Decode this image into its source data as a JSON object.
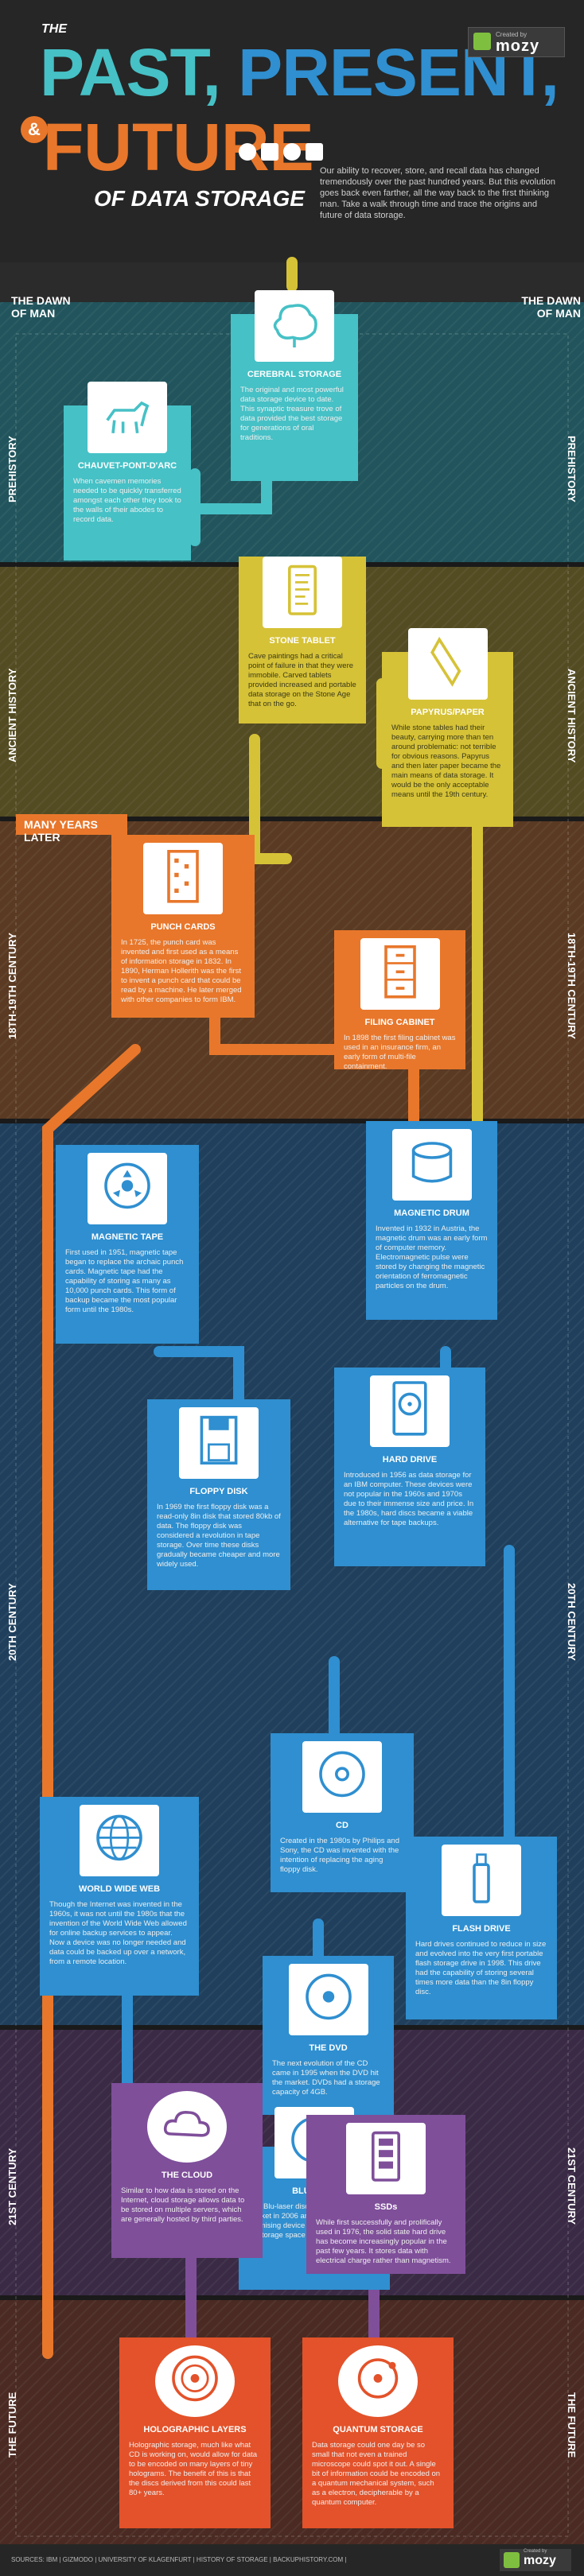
{
  "header": {
    "the": "THE",
    "past": "PAST,",
    "present": "PRESENT,",
    "amp": "&",
    "future": "FUTURE",
    "subtitle": "OF DATA STORAGE",
    "intro": "Our ability to recover, store, and recall data has changed tremendously over the past hundred years. But this evolution goes back even farther, all the way back to the first thinking man. Take a walk through time and trace the origins and future of data storage.",
    "logo_small": "Created by",
    "logo_name": "mozy"
  },
  "dawn": {
    "left": "THE DAWN OF MAN",
    "right": "THE DAWN OF MAN"
  },
  "eras": {
    "prehistory": "PREHISTORY",
    "ancient": "ANCIENT HISTORY",
    "c18": "18TH-19TH CENTURY",
    "c20": "20TH CENTURY",
    "c21": "21ST CENTURY",
    "future": "THE FUTURE"
  },
  "banner": "MANY YEARS LATER",
  "cards": {
    "cerebral": {
      "title": "CEREBRAL STORAGE",
      "desc": "The original and most powerful data storage device to date. This synaptic treasure trove of data provided the best storage for generations of oral traditions."
    },
    "chauvet": {
      "title": "CHAUVET-PONT-D'ARC",
      "desc": "When cavemen memories needed to be quickly transferred amongst each other they took to the walls of their abodes to record data."
    },
    "tablet": {
      "title": "STONE TABLET",
      "desc": "Cave paintings had a critical point of failure in that they were immobile. Carved tablets provided increased and portable data storage on the Stone Age that on the go."
    },
    "papyrus": {
      "title": "PAPYRUS/PAPER",
      "desc": "While stone tables had their beauty, carrying more than ten around problematic: not terrible for obvious reasons. Papyrus and then later paper became the main means of data storage. It would be the only acceptable means until the 19th century."
    },
    "punch": {
      "title": "PUNCH CARDS",
      "desc": "In 1725, the punch card was invented and first used as a means of information storage in 1832. In 1890, Herman Hollerith was the first to invent a punch card that could be read by a machine. He later merged with other companies to form IBM."
    },
    "filing": {
      "title": "FILING CABINET",
      "desc": "In 1898 the first filing cabinet was used in an insurance firm, an early form of multi-file containment."
    },
    "tape": {
      "title": "MAGNETIC TAPE",
      "desc": "First used in 1951, magnetic tape began to replace the archaic punch cards. Magnetic tape had the capability of storing as many as 10,000 punch cards. This form of backup became the most popular form until the 1980s."
    },
    "drum": {
      "title": "MAGNETIC DRUM",
      "desc": "Invented in 1932 in Austria, the magnetic drum was an early form of computer memory. Electromagnetic pulse were stored by changing the magnetic orientation of ferromagnetic particles on the drum."
    },
    "hdd": {
      "title": "HARD DRIVE",
      "desc": "Introduced in 1956 as data storage for an IBM computer. These devices were not popular in the 1960s and 1970s due to their immense size and price. In the 1980s, hard discs became a viable alternative for tape backups."
    },
    "floppy": {
      "title": "FLOPPY DISK",
      "desc": "In 1969 the first floppy disk was a read-only 8in disk that stored 80kb of data. The floppy disk was considered a revolution in tape storage. Over time these disks gradually became cheaper and more widely used."
    },
    "cd": {
      "title": "CD",
      "desc": "Created in the 1980s by Philips and Sony, the CD was invented with the intention of replacing the aging floppy disk."
    },
    "dvd": {
      "title": "THE DVD",
      "desc": "The next evolution of the CD came in 1995 when the DVD hit the market. DVDs had a storage capacity of 4GB."
    },
    "www": {
      "title": "WORLD WIDE WEB",
      "desc": "Though the Internet was invented in the 1960s, it was not until the 1980s that the invention of the World Wide Web allowed for online backup services to appear. Now a device was no longer needed and data could be backed up over a network, from a remote location."
    },
    "flash": {
      "title": "FLASH DRIVE",
      "desc": "Hard drives continued to reduce in size and evolved into the very first portable flash storage drive in 1998. This drive had the capability of storing several times more data than the 8in floppy disc."
    },
    "bluray": {
      "title": "BLUE-RAY",
      "desc": "The Blu-laser disc first appeared on the market in 2006 and became a promising device for data storage with its storage space of 400 gigabytes."
    },
    "cloud": {
      "title": "THE CLOUD",
      "desc": "Similar to how data is stored on the Internet, cloud storage allows data to be stored on multiple servers, which are generally hosted by third parties."
    },
    "ssd": {
      "title": "SSDs",
      "desc": "While first successfully and prolifically used in 1976, the solid state hard drive has become increasingly popular in the past few years. It stores data with electrical charge rather than magnetism."
    },
    "holo": {
      "title": "HOLOGRAPHIC LAYERS",
      "desc": "Holographic storage, much like what CD is working on, would allow for data to be encoded on many layers of tiny holograms. The benefit of this is that the discs derived from this could last 80+ years."
    },
    "quantum": {
      "title": "QUANTUM STORAGE",
      "desc": "Data storage could one day be so small that not even a trained microscope could spot it out. A single bit of information could be encoded on a quantum mechanical system, such as a electron, decipherable by a quantum computer."
    }
  },
  "footer": {
    "sources": "SOURCES: IBM | GIZMODO | UNIVERSITY OF KLAGENFURT | HISTORY OF STORAGE | BACKUPHISTORY.COM |",
    "logo_small": "Created by",
    "logo_name": "mozy"
  },
  "colors": {
    "teal": "#46c1c6",
    "orange": "#e8772b",
    "olive": "#d6c237",
    "blue": "#2f8fd0",
    "purple": "#7f4f9a",
    "red": "#e3522a",
    "dark": "#2b2b2b"
  }
}
